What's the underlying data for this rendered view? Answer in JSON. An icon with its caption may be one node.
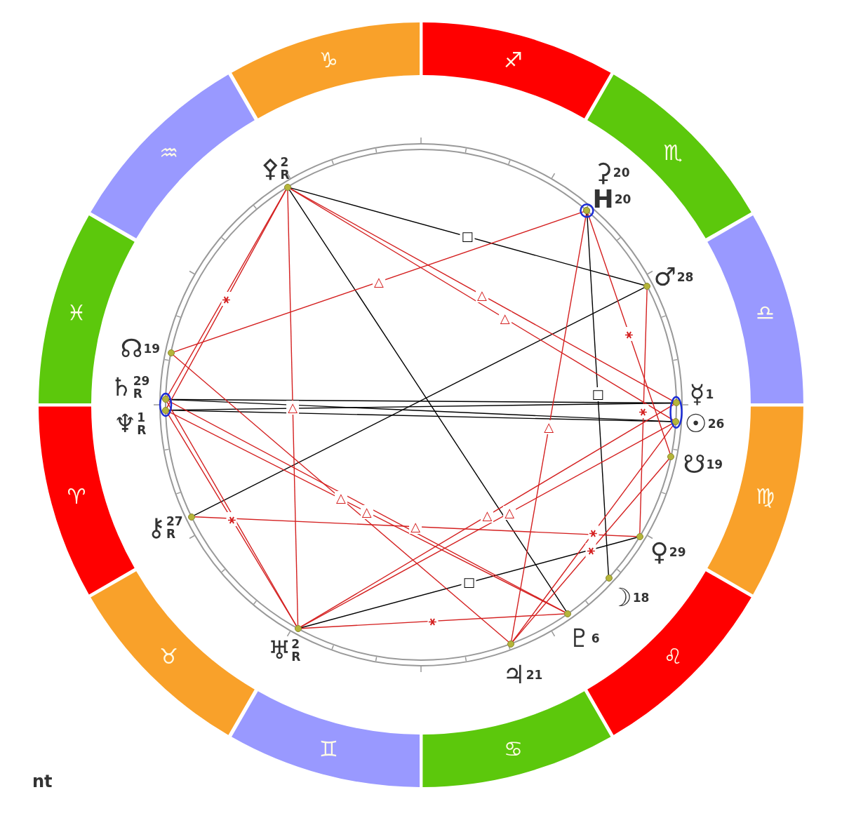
{
  "diagram": {
    "nodes": [
      {
        "text": [
          "⚴",
          "2",
          "R"
        ]
      },
      {
        "text": [
          "⚳",
          "20"
        ]
      },
      {
        "text": [
          "H",
          "20"
        ]
      },
      {
        "text": [
          "♂",
          "28"
        ]
      },
      {
        "text": [
          "☊",
          "19"
        ]
      },
      {
        "text": [
          "♄",
          "29",
          "R"
        ]
      },
      {
        "text": [
          "♆",
          "1",
          "R"
        ]
      },
      {
        "text": [
          "☿",
          "1"
        ]
      },
      {
        "text": [
          "☉",
          "26"
        ]
      },
      {
        "text": [
          "☋",
          "19"
        ]
      },
      {
        "text": [
          "⚷",
          "27",
          "R"
        ]
      },
      {
        "text": [
          "♀",
          "29"
        ]
      },
      {
        "text": [
          "☽",
          "18"
        ]
      },
      {
        "text": [
          "♇",
          "6"
        ]
      },
      {
        "text": [
          "♅",
          "2",
          "R"
        ]
      },
      {
        "text": [
          "♃",
          "21"
        ]
      },
      {
        "text": [
          "♑"
        ]
      },
      {
        "text": [
          "♐"
        ]
      },
      {
        "text": [
          "♏"
        ]
      },
      {
        "text": [
          "♎"
        ]
      },
      {
        "text": [
          "♍"
        ]
      },
      {
        "text": [
          "♌"
        ]
      },
      {
        "text": [
          "♋"
        ]
      },
      {
        "text": [
          "♊"
        ]
      },
      {
        "text": [
          "♉"
        ]
      },
      {
        "text": [
          "♈"
        ]
      },
      {
        "text": [
          "♓"
        ]
      },
      {
        "text": [
          "♒"
        ]
      }
    ],
    "edges": [
      {
        "from": 0,
        "to": 3,
        "arrow": "none",
        "label": "□",
        "color": "#000000"
      },
      {
        "from": 0,
        "to": 13,
        "arrow": "none",
        "color": "#000000"
      },
      {
        "from": 2,
        "to": 12,
        "arrow": "none",
        "label": "□",
        "color": "#000000"
      },
      {
        "from": 3,
        "to": 10,
        "arrow": "none",
        "color": "#000000"
      },
      {
        "from": 14,
        "to": 11,
        "arrow": "none",
        "label": "□",
        "color": "#000000"
      },
      {
        "from": 5,
        "to": 7,
        "arrow": "none",
        "color": "#000000"
      },
      {
        "from": 5,
        "to": 8,
        "arrow": "none",
        "color": "#000000"
      },
      {
        "from": 6,
        "to": 7,
        "arrow": "none",
        "color": "#000000"
      },
      {
        "from": 6,
        "to": 8,
        "arrow": "none",
        "color": "#000000"
      },
      {
        "from": 0,
        "to": 5,
        "arrow": "none",
        "label": "⚹"
      },
      {
        "from": 0,
        "to": 6,
        "arrow": "none"
      },
      {
        "from": 0,
        "to": 14,
        "arrow": "none",
        "label": "△"
      },
      {
        "from": 0,
        "to": 7,
        "arrow": "none",
        "label": "△"
      },
      {
        "from": 0,
        "to": 8,
        "arrow": "none",
        "label": "△"
      },
      {
        "from": 2,
        "to": 4,
        "arrow": "none",
        "label": "△"
      },
      {
        "from": 2,
        "to": 15,
        "arrow": "none",
        "label": "△"
      },
      {
        "from": 2,
        "to": 9,
        "arrow": "none",
        "label": "⚹"
      },
      {
        "from": 3,
        "to": 11,
        "arrow": "none",
        "label": "⚹"
      },
      {
        "from": 4,
        "to": 15,
        "arrow": "none",
        "label": "△"
      },
      {
        "from": 5,
        "to": 13,
        "arrow": "none",
        "label": "△"
      },
      {
        "from": 6,
        "to": 13,
        "arrow": "none"
      },
      {
        "from": 5,
        "to": 14,
        "arrow": "none",
        "label": "⚹"
      },
      {
        "from": 6,
        "to": 14,
        "arrow": "none"
      },
      {
        "from": 10,
        "to": 11,
        "arrow": "none",
        "label": "△"
      },
      {
        "from": 14,
        "to": 7,
        "arrow": "none",
        "label": "△"
      },
      {
        "from": 14,
        "to": 8,
        "arrow": "none",
        "label": "△"
      },
      {
        "from": 15,
        "to": 8,
        "arrow": "none",
        "label": "⚹"
      },
      {
        "from": 15,
        "to": 9,
        "arrow": "none",
        "label": "⚹"
      },
      {
        "from": 14,
        "to": 13,
        "arrow": "none",
        "label": "⚹"
      }
    ],
    "labels": [
      "nt"
    ]
  }
}
